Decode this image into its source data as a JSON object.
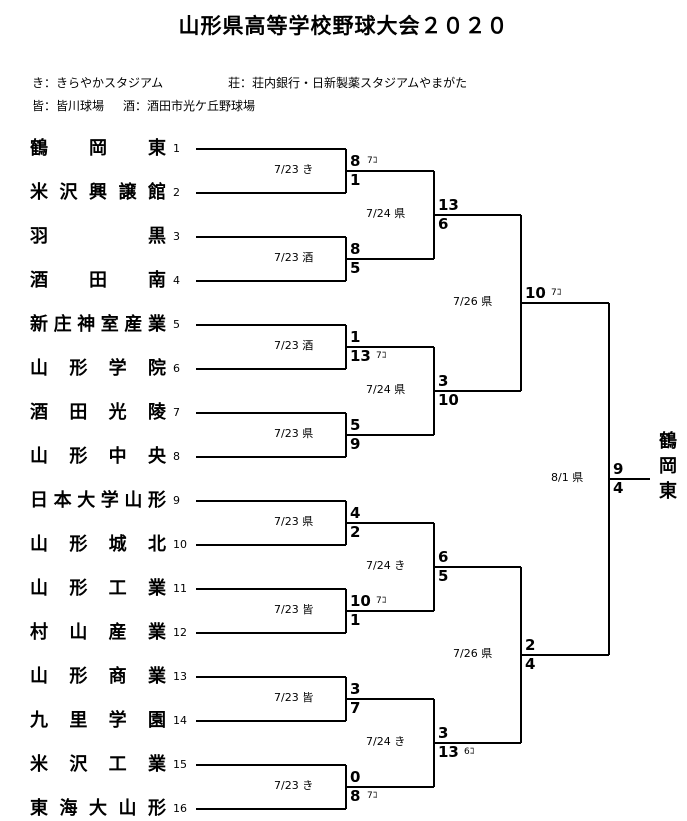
{
  "title": "山形県高等学校野球大会２０２０",
  "legend": {
    "line1a": "き：きらやかスタジアム",
    "line1b": "荘：荘内銀行・日新製薬スタジアムやまがた",
    "line2a": "皆：皆川球場",
    "line2b": "酒：酒田市光ケ丘野球場"
  },
  "teams": [
    {
      "seed": "1",
      "name": "鶴岡東"
    },
    {
      "seed": "2",
      "name": "米沢興譲館"
    },
    {
      "seed": "3",
      "name": "羽黒"
    },
    {
      "seed": "4",
      "name": "酒田南"
    },
    {
      "seed": "5",
      "name": "新庄神室産業"
    },
    {
      "seed": "6",
      "name": "山形学院"
    },
    {
      "seed": "7",
      "name": "酒田光陵"
    },
    {
      "seed": "8",
      "name": "山形中央"
    },
    {
      "seed": "9",
      "name": "日本大学山形"
    },
    {
      "seed": "10",
      "name": "山形城北"
    },
    {
      "seed": "11",
      "name": "山形工業"
    },
    {
      "seed": "12",
      "name": "村山産業"
    },
    {
      "seed": "13",
      "name": "山形商業"
    },
    {
      "seed": "14",
      "name": "九里学園"
    },
    {
      "seed": "15",
      "name": "米沢工業"
    },
    {
      "seed": "16",
      "name": "東海大山形"
    }
  ],
  "round1": [
    {
      "info": "7/23 き",
      "top": "8",
      "bottom": "1",
      "note": "7ｺ",
      "note_on": "top"
    },
    {
      "info": "7/23 酒",
      "top": "8",
      "bottom": "5",
      "note": "",
      "note_on": ""
    },
    {
      "info": "7/23 酒",
      "top": "1",
      "bottom": "13",
      "note": "7ｺ",
      "note_on": "bottom"
    },
    {
      "info": "7/23 県",
      "top": "5",
      "bottom": "9",
      "note": "",
      "note_on": ""
    },
    {
      "info": "7/23 県",
      "top": "4",
      "bottom": "2",
      "note": "",
      "note_on": ""
    },
    {
      "info": "7/23 皆",
      "top": "10",
      "bottom": "1",
      "note": "7ｺ",
      "note_on": "top"
    },
    {
      "info": "7/23 皆",
      "top": "3",
      "bottom": "7",
      "note": "",
      "note_on": ""
    },
    {
      "info": "7/23 き",
      "top": "0",
      "bottom": "8",
      "note": "7ｺ",
      "note_on": "bottom"
    }
  ],
  "round2": [
    {
      "info": "7/24 県",
      "top": "13",
      "bottom": "6",
      "note": "",
      "note_on": ""
    },
    {
      "info": "7/24 県",
      "top": "3",
      "bottom": "10",
      "note": "",
      "note_on": ""
    },
    {
      "info": "7/24 き",
      "top": "6",
      "bottom": "5",
      "note": "",
      "note_on": ""
    },
    {
      "info": "7/24 き",
      "top": "3",
      "bottom": "13",
      "note": "6ｺ",
      "note_on": "bottom"
    }
  ],
  "semis": [
    {
      "info": "7/26 県",
      "top": "10",
      "bottom": "",
      "note": "7ｺ",
      "note_on": "top"
    },
    {
      "info": "7/26 県",
      "top": "2",
      "bottom": "4",
      "note": "",
      "note_on": ""
    }
  ],
  "final": {
    "info": "8/1 県",
    "top": "9",
    "bottom": "4"
  },
  "champion": "鶴岡東"
}
